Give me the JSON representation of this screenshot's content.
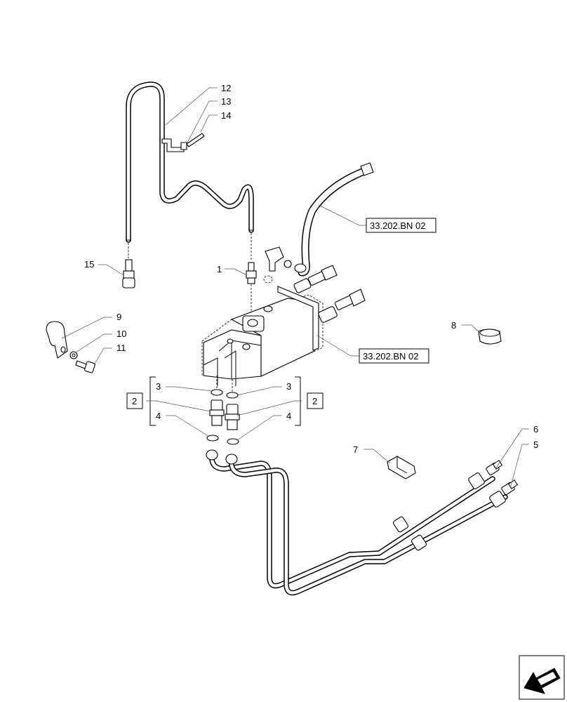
{
  "callouts": {
    "p1": "1",
    "p2a": "2",
    "p2b": "2",
    "p3a": "3",
    "p3b": "3",
    "p4a": "4",
    "p4b": "4",
    "p5": "5",
    "p6": "6",
    "p7": "7",
    "p8": "8",
    "p9": "9",
    "p10": "10",
    "p11": "11",
    "p12": "12",
    "p13": "13",
    "p14": "14",
    "p15": "15"
  },
  "references": {
    "hose_ref": "33.202.BN 02",
    "valve_ref": "33.202.BN 02"
  },
  "nav_icon": "page-navigation-arrow-icon"
}
